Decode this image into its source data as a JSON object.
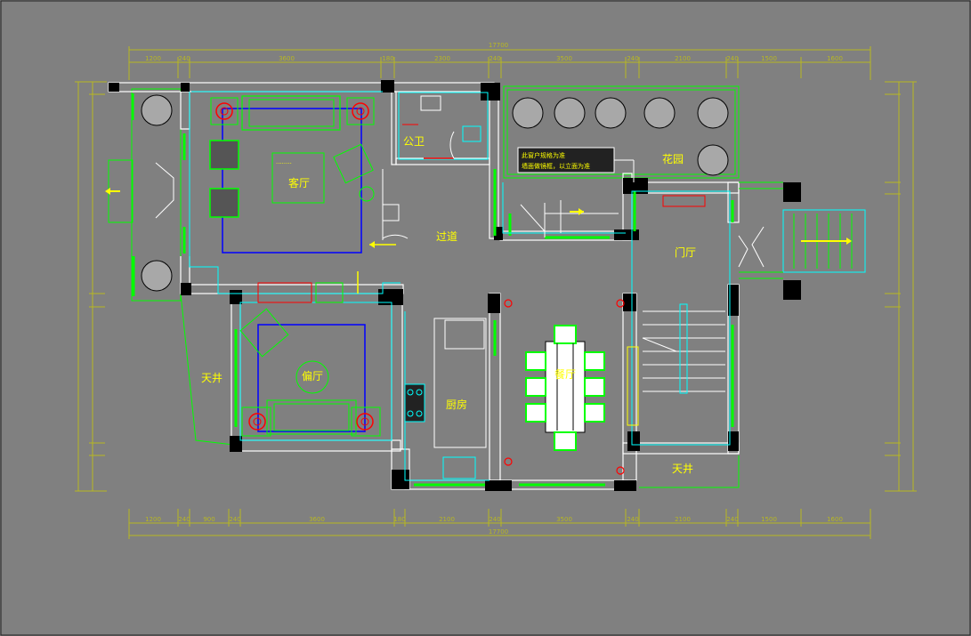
{
  "plan": {
    "rooms": {
      "living": "客厅",
      "bathroom": "公卫",
      "corridor": "过道",
      "garden": "花园",
      "foyer": "门厅",
      "lounge": "偏厅",
      "kitchen": "厨房",
      "dining": "餐厅",
      "patio_left": "天井",
      "patio_right": "天井"
    },
    "notes": {
      "garden_note_1": "此窗户规格为准",
      "garden_note_2": "墙面做镜框，以立面为准"
    },
    "dimensions": {
      "top_total": "17700",
      "bottom_total": "17700",
      "top_segments": [
        "1200",
        "240",
        "3600",
        "180",
        "2300",
        "240",
        "3500",
        "240",
        "2100",
        "240",
        "1500",
        "1600"
      ],
      "bottom_segments": [
        "1200",
        "240",
        "900",
        "240",
        "3600",
        "180",
        "2100",
        "240",
        "3500",
        "240",
        "2100",
        "240",
        "1500",
        "1600"
      ]
    },
    "colors": {
      "background": "#808080",
      "wall": "#000000",
      "wall_fill": "#ffffff",
      "furniture": "#00ff00",
      "outline": "#00ffff",
      "annotation": "#ffff00",
      "dimension": "#b8b820",
      "accent_red": "#ff0000",
      "accent_blue": "#0000ff"
    }
  }
}
